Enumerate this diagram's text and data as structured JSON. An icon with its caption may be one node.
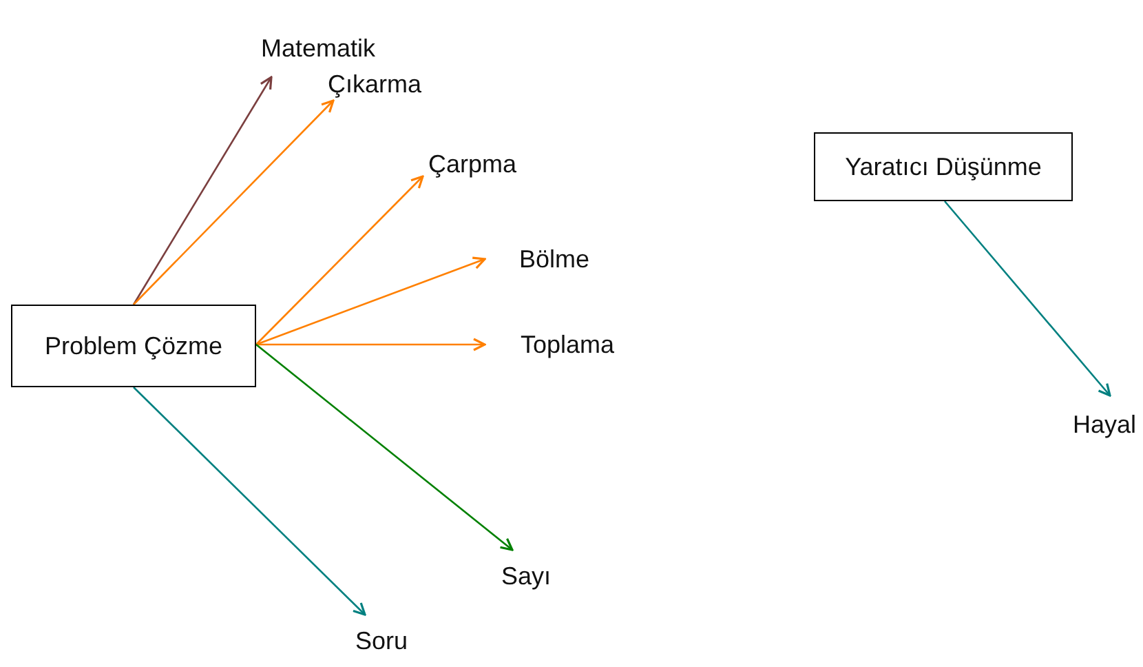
{
  "diagram": {
    "nodes": [
      {
        "text": [
          "Problem Çözme"
        ]
      },
      {
        "text": [
          "Matematik"
        ]
      },
      {
        "text": [
          "Çıkarma"
        ]
      },
      {
        "text": [
          "Çarpma"
        ]
      },
      {
        "text": [
          "Bölme"
        ]
      },
      {
        "text": [
          "Toplama"
        ]
      },
      {
        "text": [
          "Sayı"
        ]
      },
      {
        "text": [
          "Soru"
        ]
      },
      {
        "text": [
          "Yaratıcı Düşünme"
        ]
      },
      {
        "text": [
          "Hayal"
        ]
      }
    ],
    "edges": [
      {
        "from": 0,
        "to": 1,
        "arrow": "to",
        "color": "#7b3f3f"
      },
      {
        "from": 0,
        "to": 2,
        "arrow": "to"
      },
      {
        "from": 0,
        "to": 3,
        "arrow": "to"
      },
      {
        "from": 0,
        "to": 4,
        "arrow": "to"
      },
      {
        "from": 0,
        "to": 5,
        "arrow": "to"
      },
      {
        "from": 0,
        "to": 6,
        "arrow": "to",
        "color": "#008000"
      },
      {
        "from": 0,
        "to": 7,
        "arrow": "to",
        "color": "#008080"
      },
      {
        "from": 8,
        "to": 9,
        "arrow": "to",
        "color": "#008080"
      }
    ]
  }
}
